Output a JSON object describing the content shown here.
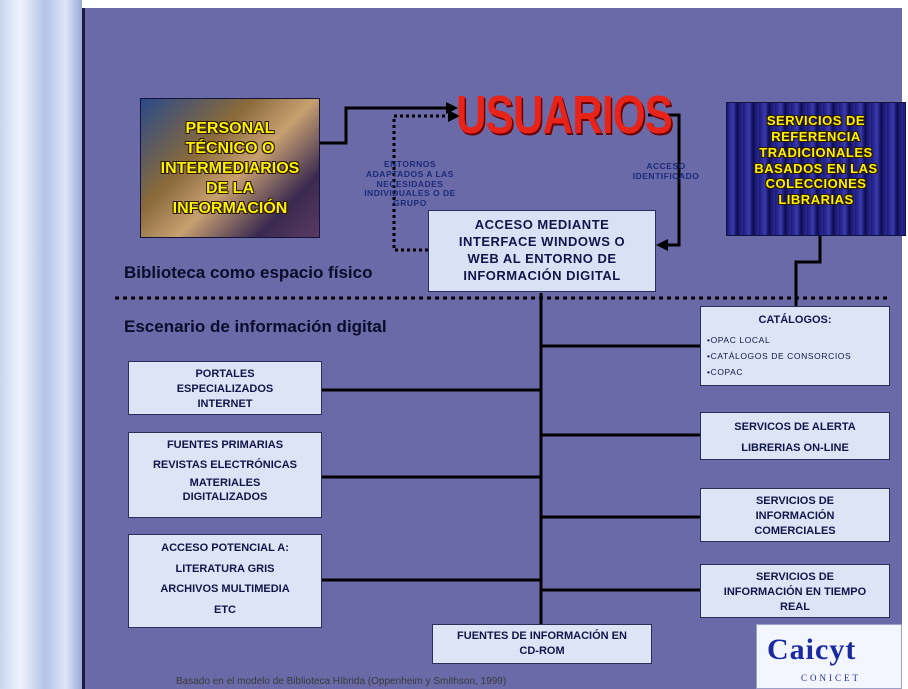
{
  "title": "USUARIOS",
  "photo_boxes": {
    "personal": [
      "PERSONAL",
      "TÉCNICO O",
      "INTERMEDIARIOS",
      "DE LA",
      "INFORMACIÓN"
    ],
    "servicios": [
      "SERVICIOS DE",
      "REFERENCIA",
      "TRADICIONALES",
      "BASADOS EN LAS",
      "COLECCIONES",
      "LIBRARIAS"
    ]
  },
  "labels": {
    "entornos": [
      "ENTORNOS",
      "ADAPTADOS A LAS",
      "NECESIDADES",
      "INDIVIDUALES O DE",
      "GRUPO"
    ],
    "acceso_identificado": [
      "ACCESO",
      "IDENTIFICADO"
    ]
  },
  "headings": {
    "biblioteca": "Biblioteca como espacio físico",
    "escenario": "Escenario de información digital"
  },
  "acceso_box": [
    "ACCESO MEDIANTE",
    "INTERFACE WINDOWS O",
    "WEB AL ENTORNO DE",
    "INFORMACIÓN DIGITAL"
  ],
  "left_boxes": {
    "portales": [
      "PORTALES",
      "ESPECIALIZADOS",
      "INTERNET"
    ],
    "fuentes": [
      "FUENTES PRIMARIAS",
      "REVISTAS ELECTRÓNICAS",
      "MATERIALES",
      "DIGITALIZADOS"
    ],
    "potencial": [
      "ACCESO POTENCIAL A:",
      "LITERATURA GRIS",
      "ARCHIVOS MULTIMEDIA",
      "ETC"
    ]
  },
  "right_boxes": {
    "catalogos_title": "CATÁLOGOS:",
    "catalogos_items": [
      "•OPAC LOCAL",
      "•CATÁLOGOS DE CONSORCIOS",
      "•COPAC"
    ],
    "alerta": [
      "SERVICOS DE ALERTA",
      "LIBRERIAS ON-LINE"
    ],
    "comerciales": [
      "SERVICIOS DE",
      "INFORMACIÓN",
      "COMERCIALES"
    ],
    "tiempo_real": [
      "SERVICIOS DE",
      "INFORMACIÓN EN TIEMPO",
      "REAL"
    ]
  },
  "cdrom": [
    "FUENTES DE INFORMACIÓN EN",
    "CD-ROM"
  ],
  "footnote": "Basado en el modelo de Biblioteca Híbrida (Oppenheim y Smithson, 1999)",
  "logo": {
    "name": "Caicyt",
    "sub": "CONICET"
  }
}
